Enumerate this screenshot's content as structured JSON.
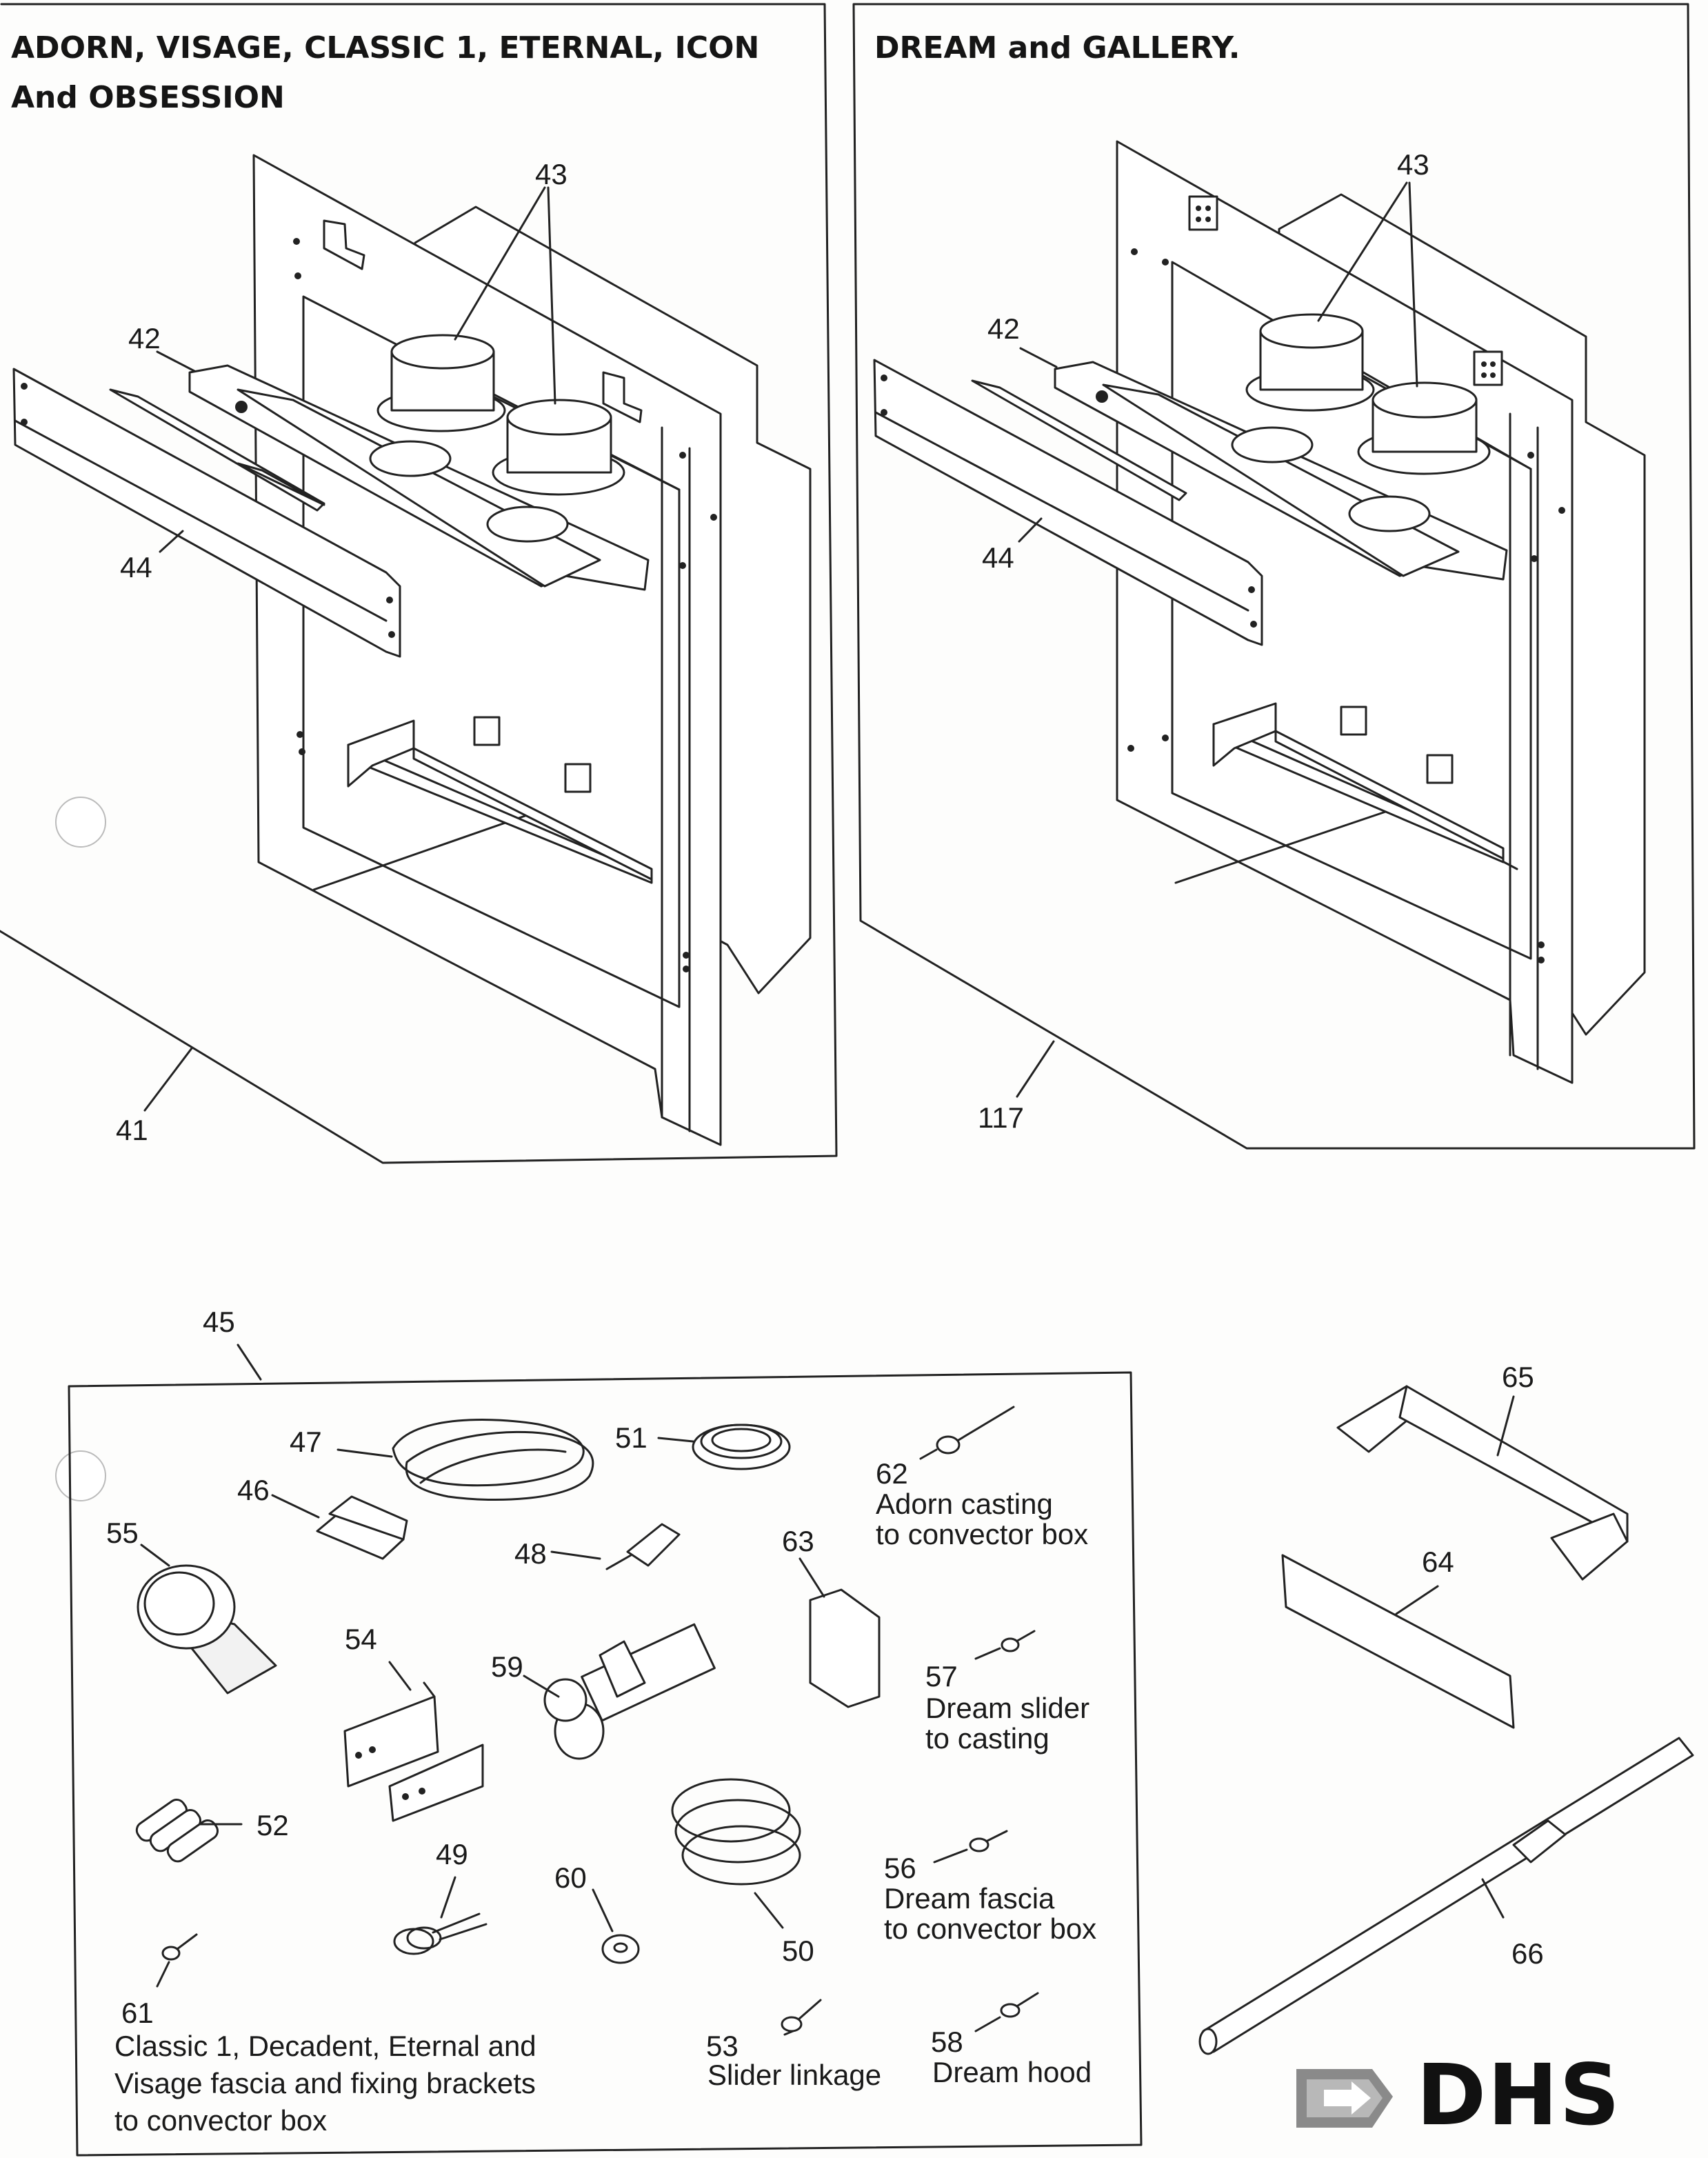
{
  "panels": {
    "left": {
      "title_line1": "ADORN, VISAGE, CLASSIC 1, ETERNAL, ICON",
      "title_line2": "And OBSESSION",
      "callouts": {
        "c43": "43",
        "c42": "42",
        "c44": "44",
        "c41": "41"
      }
    },
    "right": {
      "title": "DREAM and GALLERY.",
      "callouts": {
        "c43": "43",
        "c42": "42",
        "c44": "44",
        "c117": "117"
      }
    }
  },
  "kit": {
    "box_number": "45",
    "parts": {
      "p47": "47",
      "p51": "51",
      "p46": "46",
      "p55": "55",
      "p48": "48",
      "p63": "63",
      "p54": "54",
      "p59": "59",
      "p52": "52",
      "p49": "49",
      "p60": "60",
      "p50": "50",
      "p61": "61",
      "p53": "53",
      "p58": "58",
      "p62": "62",
      "p57": "57",
      "p56": "56"
    },
    "captions": {
      "p62_line1": "Adorn casting",
      "p62_line2": "to convector box",
      "p57_line1": "Dream slider",
      "p57_line2": "to casting",
      "p56_line1": "Dream fascia",
      "p56_line2": "to convector box",
      "p61_line1": "Classic 1, Decadent, Eternal and",
      "p61_line2": "Visage fascia and fixing brackets",
      "p61_line3": "to convector box",
      "p53": "Slider linkage",
      "p58": "Dream hood"
    }
  },
  "loose_parts": {
    "p65": "65",
    "p64": "64",
    "p66": "66"
  },
  "logo": {
    "text": "DHS",
    "icon": "arrow-icon",
    "colors": {
      "arrow": "#8a8a8a",
      "text": "#111111"
    }
  }
}
